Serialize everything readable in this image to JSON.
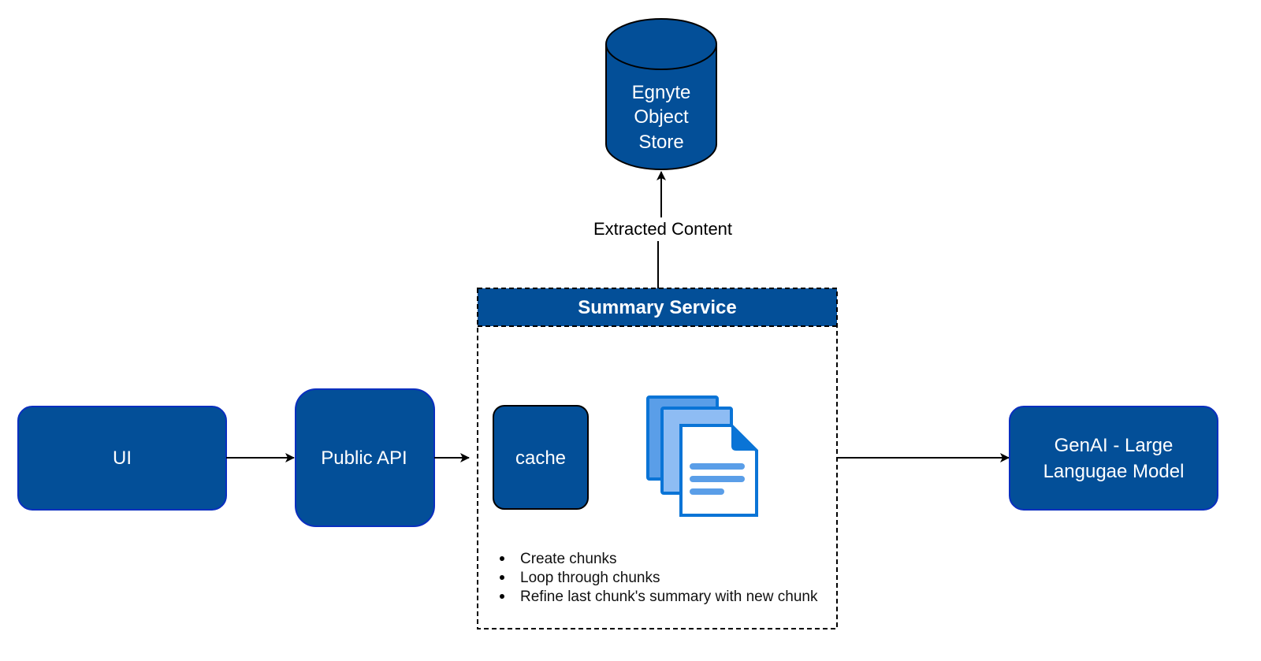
{
  "diagram": {
    "colors": {
      "node_fill": "#034f98",
      "node_stroke": "#0a2fbf",
      "doc_dark": "#0a74d6",
      "doc_mid": "#5a9ee8",
      "doc_light": "#8ebcf3",
      "edge": "#000000"
    },
    "nodes": {
      "object_store": {
        "lines": [
          "Egnyte",
          "Object",
          "Store"
        ]
      },
      "ui": {
        "label": "UI"
      },
      "public_api": {
        "label": "Public API"
      },
      "summary_service": {
        "title": "Summary Service"
      },
      "cache": {
        "label": "cache"
      },
      "llm": {
        "lines": [
          "GenAI - Large",
          "Langugae Model"
        ]
      }
    },
    "edges": {
      "extracted_content_label": "Extracted Content"
    },
    "steps": [
      "Create chunks",
      "Loop through chunks",
      "Refine last chunk's summary with new chunk"
    ],
    "icons": {
      "documents": "documents-stack-icon"
    }
  }
}
